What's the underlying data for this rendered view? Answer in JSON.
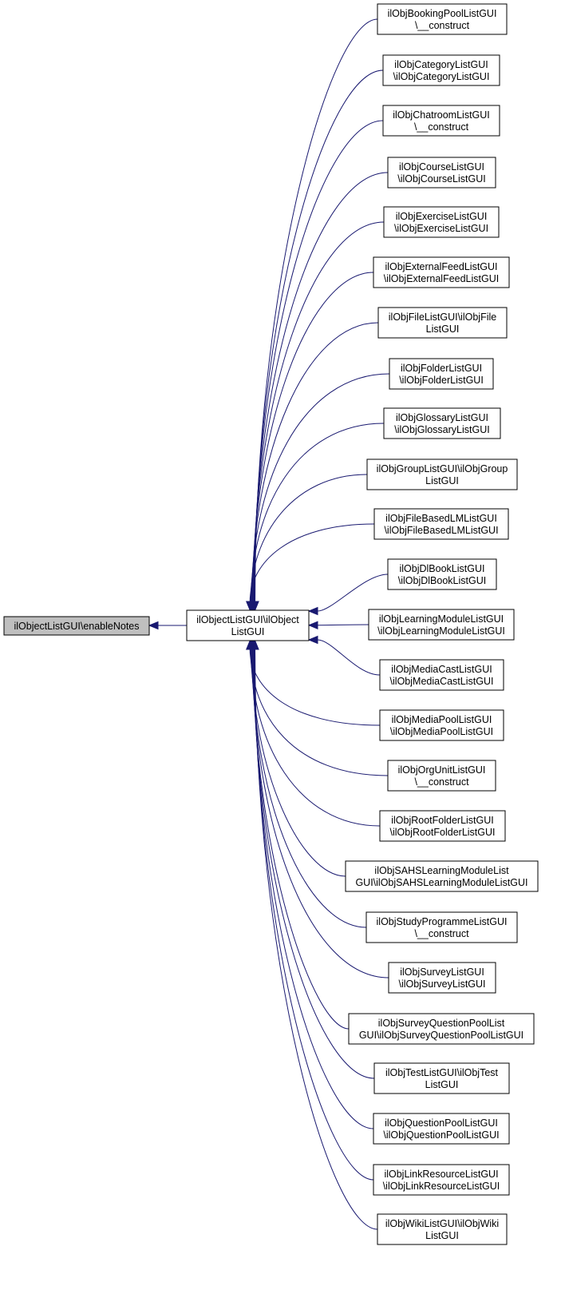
{
  "colors": {
    "edge": "#191970",
    "focus_fill": "#bfbfbf",
    "node_fill": "#ffffff",
    "node_border": "#000000"
  },
  "focus_node": {
    "lines": [
      "ilObjectListGUI\\enableNotes"
    ]
  },
  "center_node": {
    "lines": [
      "ilObjectListGUI\\ilObject",
      "ListGUI"
    ]
  },
  "children": [
    {
      "lines": [
        "ilObjBookingPoolListGUI",
        "\\__construct"
      ]
    },
    {
      "lines": [
        "ilObjCategoryListGUI",
        "\\ilObjCategoryListGUI"
      ]
    },
    {
      "lines": [
        "ilObjChatroomListGUI",
        "\\__construct"
      ]
    },
    {
      "lines": [
        "ilObjCourseListGUI",
        "\\ilObjCourseListGUI"
      ]
    },
    {
      "lines": [
        "ilObjExerciseListGUI",
        "\\ilObjExerciseListGUI"
      ]
    },
    {
      "lines": [
        "ilObjExternalFeedListGUI",
        "\\ilObjExternalFeedListGUI"
      ]
    },
    {
      "lines": [
        "ilObjFileListGUI\\ilObjFile",
        "ListGUI"
      ]
    },
    {
      "lines": [
        "ilObjFolderListGUI",
        "\\ilObjFolderListGUI"
      ]
    },
    {
      "lines": [
        "ilObjGlossaryListGUI",
        "\\ilObjGlossaryListGUI"
      ]
    },
    {
      "lines": [
        "ilObjGroupListGUI\\ilObjGroup",
        "ListGUI"
      ]
    },
    {
      "lines": [
        "ilObjFileBasedLMListGUI",
        "\\ilObjFileBasedLMListGUI"
      ]
    },
    {
      "lines": [
        "ilObjDlBookListGUI",
        "\\ilObjDlBookListGUI"
      ]
    },
    {
      "lines": [
        "ilObjLearningModuleListGUI",
        "\\ilObjLearningModuleListGUI"
      ]
    },
    {
      "lines": [
        "ilObjMediaCastListGUI",
        "\\ilObjMediaCastListGUI"
      ]
    },
    {
      "lines": [
        "ilObjMediaPoolListGUI",
        "\\ilObjMediaPoolListGUI"
      ]
    },
    {
      "lines": [
        "ilObjOrgUnitListGUI",
        "\\__construct"
      ]
    },
    {
      "lines": [
        "ilObjRootFolderListGUI",
        "\\ilObjRootFolderListGUI"
      ]
    },
    {
      "lines": [
        "ilObjSAHSLearningModuleList",
        "GUI\\ilObjSAHSLearningModuleListGUI"
      ]
    },
    {
      "lines": [
        "ilObjStudyProgrammeListGUI",
        "\\__construct"
      ]
    },
    {
      "lines": [
        "ilObjSurveyListGUI",
        "\\ilObjSurveyListGUI"
      ]
    },
    {
      "lines": [
        "ilObjSurveyQuestionPoolList",
        "GUI\\ilObjSurveyQuestionPoolListGUI"
      ]
    },
    {
      "lines": [
        "ilObjTestListGUI\\ilObjTest",
        "ListGUI"
      ]
    },
    {
      "lines": [
        "ilObjQuestionPoolListGUI",
        "\\ilObjQuestionPoolListGUI"
      ]
    },
    {
      "lines": [
        "ilObjLinkResourceListGUI",
        "\\ilObjLinkResourceListGUI"
      ]
    },
    {
      "lines": [
        "ilObjWikiListGUI\\ilObjWiki",
        "ListGUI"
      ]
    }
  ]
}
